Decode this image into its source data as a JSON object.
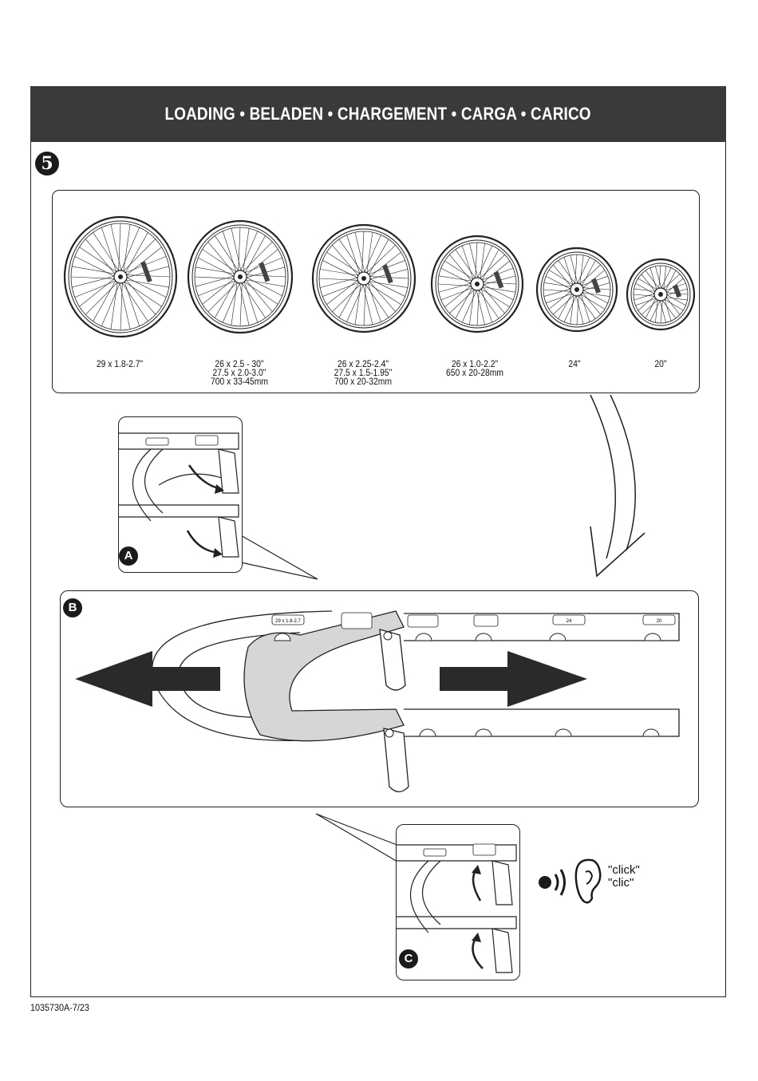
{
  "header": {
    "title": "LOADING • BELADEN • CHARGEMENT • CARGA • CARICO"
  },
  "step_number": "5",
  "wheels": [
    {
      "lines": [
        "29 x 1.8-2.7\""
      ]
    },
    {
      "lines": [
        "26 x 2.5 - 30\"",
        "27.5 x 2.0-3.0\"",
        "700 x 33-45mm"
      ]
    },
    {
      "lines": [
        "26 x 2.25-2.4\"",
        "27.5 x 1.5-1.95\"",
        "700 x 20-32mm"
      ]
    },
    {
      "lines": [
        "26 x 1.0-2.2\"",
        "650 x 20-28mm"
      ]
    },
    {
      "lines": [
        "24\""
      ]
    },
    {
      "lines": [
        "20\""
      ]
    }
  ],
  "insets": {
    "a": "A",
    "b": "B",
    "c": "C"
  },
  "rail_labels": [
    "29 x 1.8-2.7",
    "24",
    "20"
  ],
  "sound": {
    "line1": "\"click\"",
    "line2": "\"clic\""
  },
  "doc_number": "1035730A-7/23",
  "colors": {
    "header_bg": "#3a3a3a",
    "cradle_fill": "#d6d6d6",
    "arrow_fill": "#2a2a2a"
  }
}
